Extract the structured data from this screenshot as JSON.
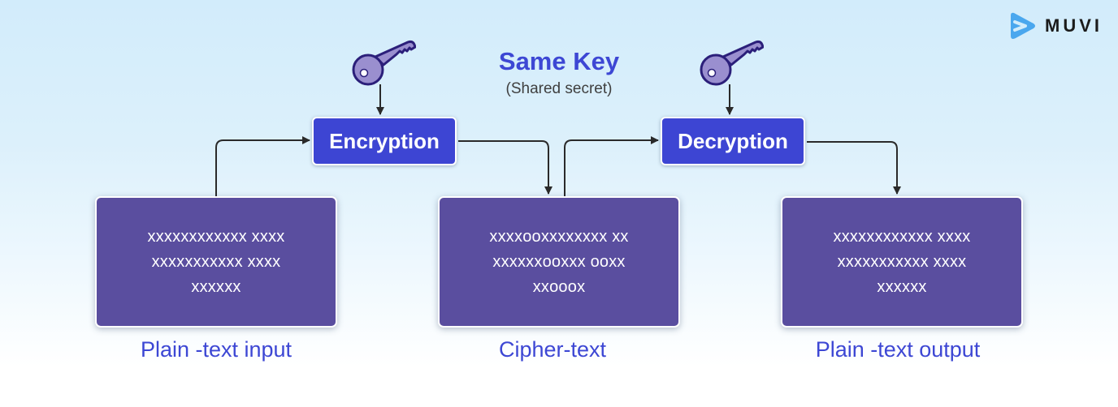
{
  "brand": {
    "logo_icon": "muvi-play-icon",
    "name": "MUVI",
    "accent_color": "#4aa7ee"
  },
  "header": {
    "title": "Same Key",
    "subtitle": "(Shared secret)"
  },
  "colors": {
    "process_box": "#3d45d3",
    "text_box": "#5a4e9f",
    "label_text": "#3d47d4",
    "key_fill": "#9a8fcf",
    "key_outline": "#2b1f7a",
    "connector": "#2a2a2a"
  },
  "keys": [
    {
      "icon": "key-icon",
      "target": "Encryption"
    },
    {
      "icon": "key-icon",
      "target": "Decryption"
    }
  ],
  "processes": {
    "encryption": "Encryption",
    "decryption": "Decryption"
  },
  "boxes": [
    {
      "lines": [
        "xxxxxxxxxxxx xxxx",
        "xxxxxxxxxxx xxxx",
        "xxxxxx"
      ],
      "label": "Plain -text input"
    },
    {
      "lines": [
        "xxxxooxxxxxxxx xx",
        "xxxxxxooxxx ooxx",
        "xxooox"
      ],
      "label": "Cipher-text"
    },
    {
      "lines": [
        "xxxxxxxxxxxx xxxx",
        "xxxxxxxxxxx xxxx",
        "xxxxxx"
      ],
      "label": "Plain -text output"
    }
  ],
  "flow": [
    "Plain -text input → Encryption",
    "Encryption → Cipher-text",
    "Cipher-text → Decryption",
    "Decryption → Plain -text output"
  ]
}
